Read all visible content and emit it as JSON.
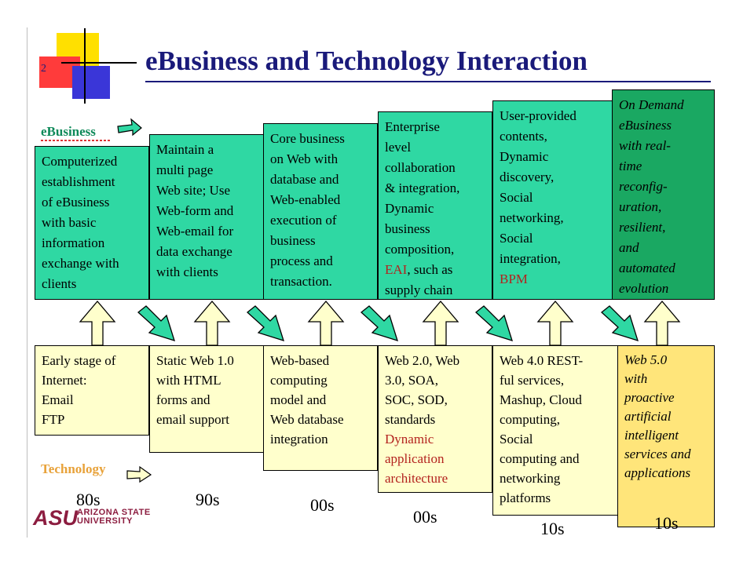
{
  "slide": {
    "number": "2",
    "title": "eBusiness and Technology Interaction"
  },
  "labels": {
    "ebusiness": "eBusiness",
    "technology": "Technology"
  },
  "ebusiness_boxes": [
    {
      "lines": [
        {
          "t": "Computerized"
        },
        {
          "t": "establishment"
        },
        {
          "t": "of eBusiness"
        },
        {
          "t": "with basic"
        },
        {
          "t": "information"
        },
        {
          "t": "exchange with"
        },
        {
          "t": "clients"
        }
      ]
    },
    {
      "lines": [
        {
          "t": "Maintain a"
        },
        {
          "t": "multi page"
        },
        {
          "t": "Web site; Use"
        },
        {
          "t": "Web-form and"
        },
        {
          "t": "Web-email for"
        },
        {
          "t": "data exchange"
        },
        {
          "t": "with clients"
        }
      ]
    },
    {
      "lines": [
        {
          "t": "Core business"
        },
        {
          "t": "on Web with"
        },
        {
          "t": "database and"
        },
        {
          "t": "Web-enabled"
        },
        {
          "t": "execution of"
        },
        {
          "t": "business"
        },
        {
          "t": "process and"
        },
        {
          "t": "transaction."
        }
      ]
    },
    {
      "lines": [
        {
          "t": "Enterprise"
        },
        {
          "t": "level"
        },
        {
          "t": "collaboration"
        },
        {
          "t": "& integration,"
        },
        {
          "t": "Dynamic"
        },
        {
          "t": "business"
        },
        {
          "t": "composition,"
        },
        {
          "parts": [
            {
              "t": "EAI",
              "red": true
            },
            {
              "t": ", such as"
            }
          ]
        },
        {
          "t": "supply chain"
        }
      ]
    },
    {
      "lines": [
        {
          "t": "User-provided"
        },
        {
          "t": "contents,"
        },
        {
          "t": "Dynamic"
        },
        {
          "t": "discovery,"
        },
        {
          "t": "Social"
        },
        {
          "t": "networking,"
        },
        {
          "t": "Social"
        },
        {
          "t": "integration,"
        },
        {
          "t": "BPM",
          "red": true
        }
      ]
    },
    {
      "lines": [
        {
          "t": "On Demand"
        },
        {
          "t": "eBusiness"
        },
        {
          "t": "with real-"
        },
        {
          "t": "time"
        },
        {
          "t": "reconfig-"
        },
        {
          "t": "uration,"
        },
        {
          "t": "resilient,"
        },
        {
          "t": "and"
        },
        {
          "t": "automated"
        },
        {
          "t": "evolution"
        }
      ]
    }
  ],
  "technology_boxes": [
    {
      "lines": [
        {
          "t": "Early stage of"
        },
        {
          "t": "Internet:"
        },
        {
          "t": "Email"
        },
        {
          "t": "FTP"
        }
      ]
    },
    {
      "lines": [
        {
          "t": "Static Web 1.0"
        },
        {
          "t": "with HTML"
        },
        {
          "t": "forms and"
        },
        {
          "t": "email support"
        }
      ]
    },
    {
      "lines": [
        {
          "t": "Web-based"
        },
        {
          "t": "computing"
        },
        {
          "t": "model and"
        },
        {
          "t": "Web database"
        },
        {
          "t": "integration"
        }
      ]
    },
    {
      "lines": [
        {
          "t": "Web 2.0, Web"
        },
        {
          "t": "3.0, SOA,"
        },
        {
          "t": "SOC, SOD,"
        },
        {
          "t": "standards"
        },
        {
          "t": "Dynamic",
          "red": true
        },
        {
          "t": "application",
          "red": true
        },
        {
          "t": "architecture",
          "red": true
        }
      ]
    },
    {
      "lines": [
        {
          "t": "Web 4.0 REST-"
        },
        {
          "t": "ful services,"
        },
        {
          "t": "Mashup, Cloud"
        },
        {
          "t": "computing,"
        },
        {
          "t": "Social"
        },
        {
          "t": "computing and"
        },
        {
          "t": "networking"
        },
        {
          "t": "platforms"
        }
      ]
    },
    {
      "lines": [
        {
          "t": "Web 5.0"
        },
        {
          "t": "with"
        },
        {
          "t": "proactive"
        },
        {
          "t": "artificial"
        },
        {
          "t": "intelligent"
        },
        {
          "t": "services and"
        },
        {
          "t": "applications"
        }
      ]
    }
  ],
  "decades": [
    "80s",
    "90s",
    "00s",
    "00s",
    "10s",
    "10s"
  ],
  "logo": {
    "mark": "ASU",
    "line1": "ARIZONA STATE",
    "line2": "UNIVERSITY"
  },
  "colors": {
    "title": "#1a1a7a",
    "ebusiness_box": "#2fd8a3",
    "ebusiness_box_last": "#1aa862",
    "technology_box": "#ffffcc",
    "technology_box_last": "#ffe57a",
    "highlight_text": "#b3221e",
    "arrow_up": "#ffffcc",
    "arrow_diag": "#2fd8a3",
    "asu_maroon": "#8c1d40"
  }
}
